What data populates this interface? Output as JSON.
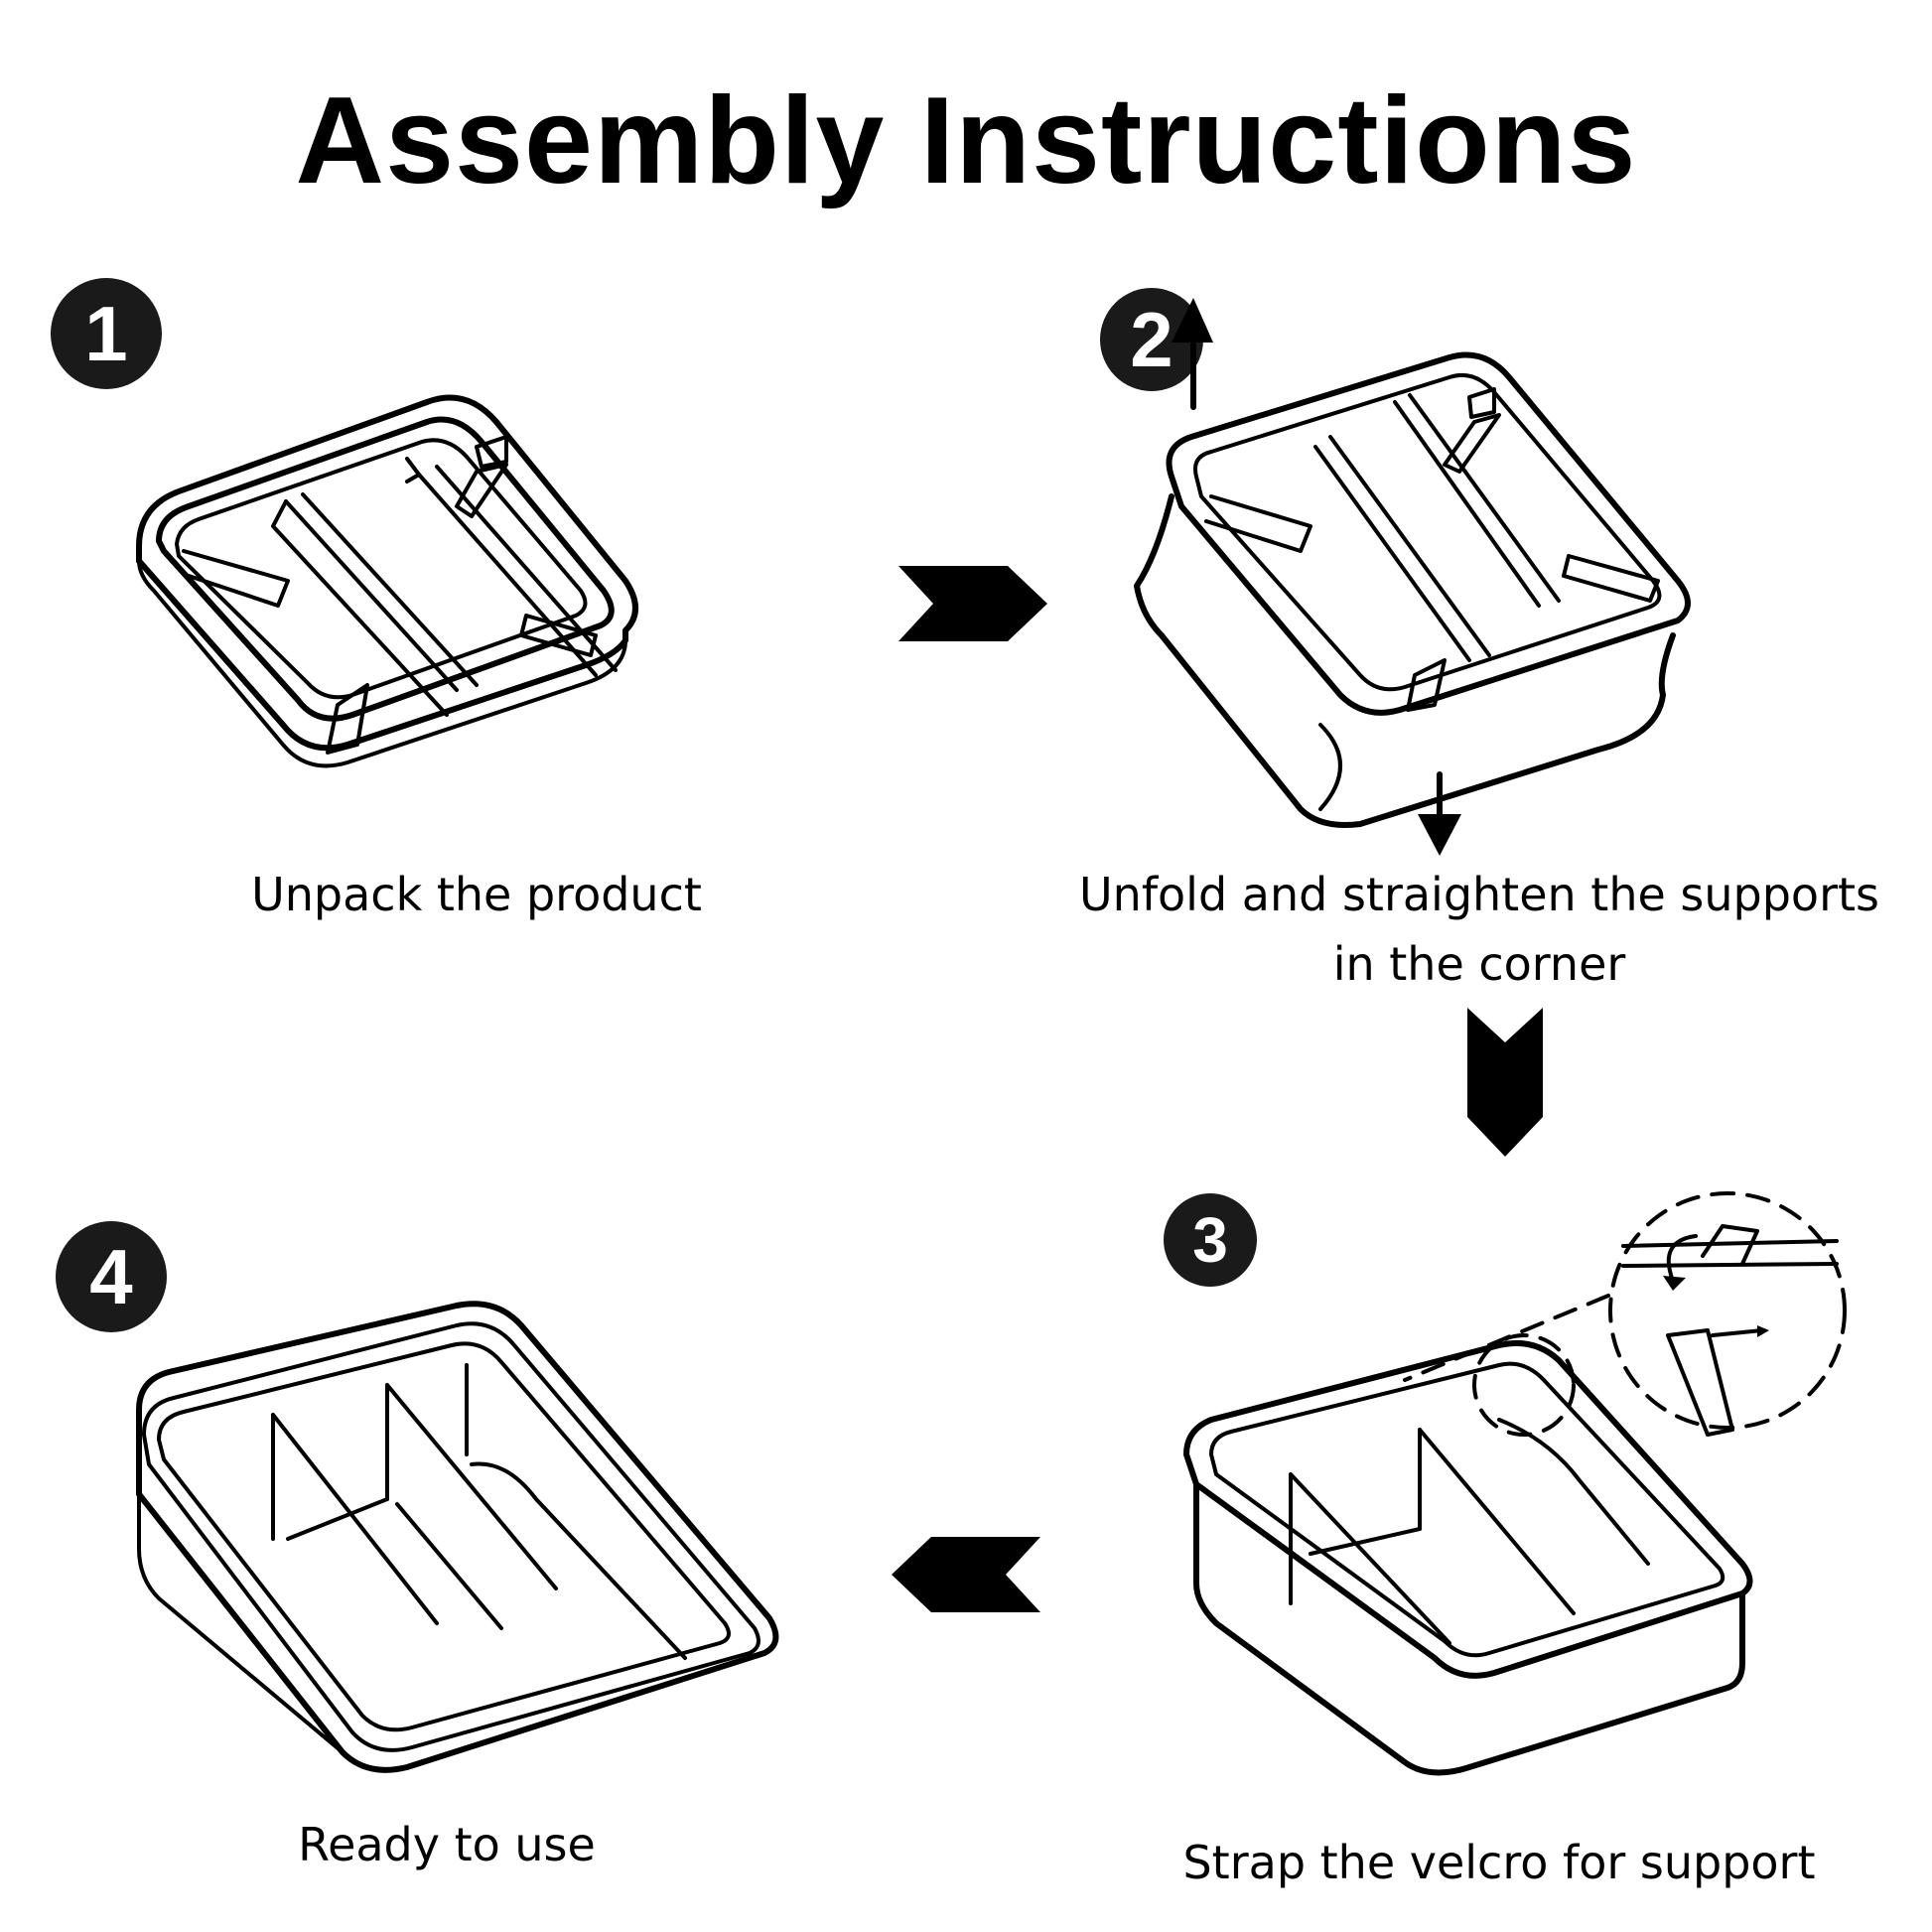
{
  "title": "Assembly Instructions",
  "steps": [
    {
      "number": "1",
      "caption": "Unpack the product",
      "illustration": "collapsed-organizer-icon"
    },
    {
      "number": "2",
      "caption_line1": "Unfold and straighten the supports",
      "caption_line2": "in the corner",
      "illustration": "unfolding-organizer-icon"
    },
    {
      "number": "3",
      "caption": "Strap the velcro for support",
      "illustration": "velcro-strap-organizer-icon"
    },
    {
      "number": "4",
      "caption": "Ready to use",
      "illustration": "assembled-organizer-icon"
    }
  ],
  "flow_arrows": [
    {
      "from": "1",
      "to": "2",
      "direction": "right"
    },
    {
      "from": "2",
      "to": "3",
      "direction": "down"
    },
    {
      "from": "3",
      "to": "4",
      "direction": "left"
    }
  ],
  "colors": {
    "ink": "#000000",
    "badge": "#1a1a1a",
    "background": "#ffffff"
  }
}
